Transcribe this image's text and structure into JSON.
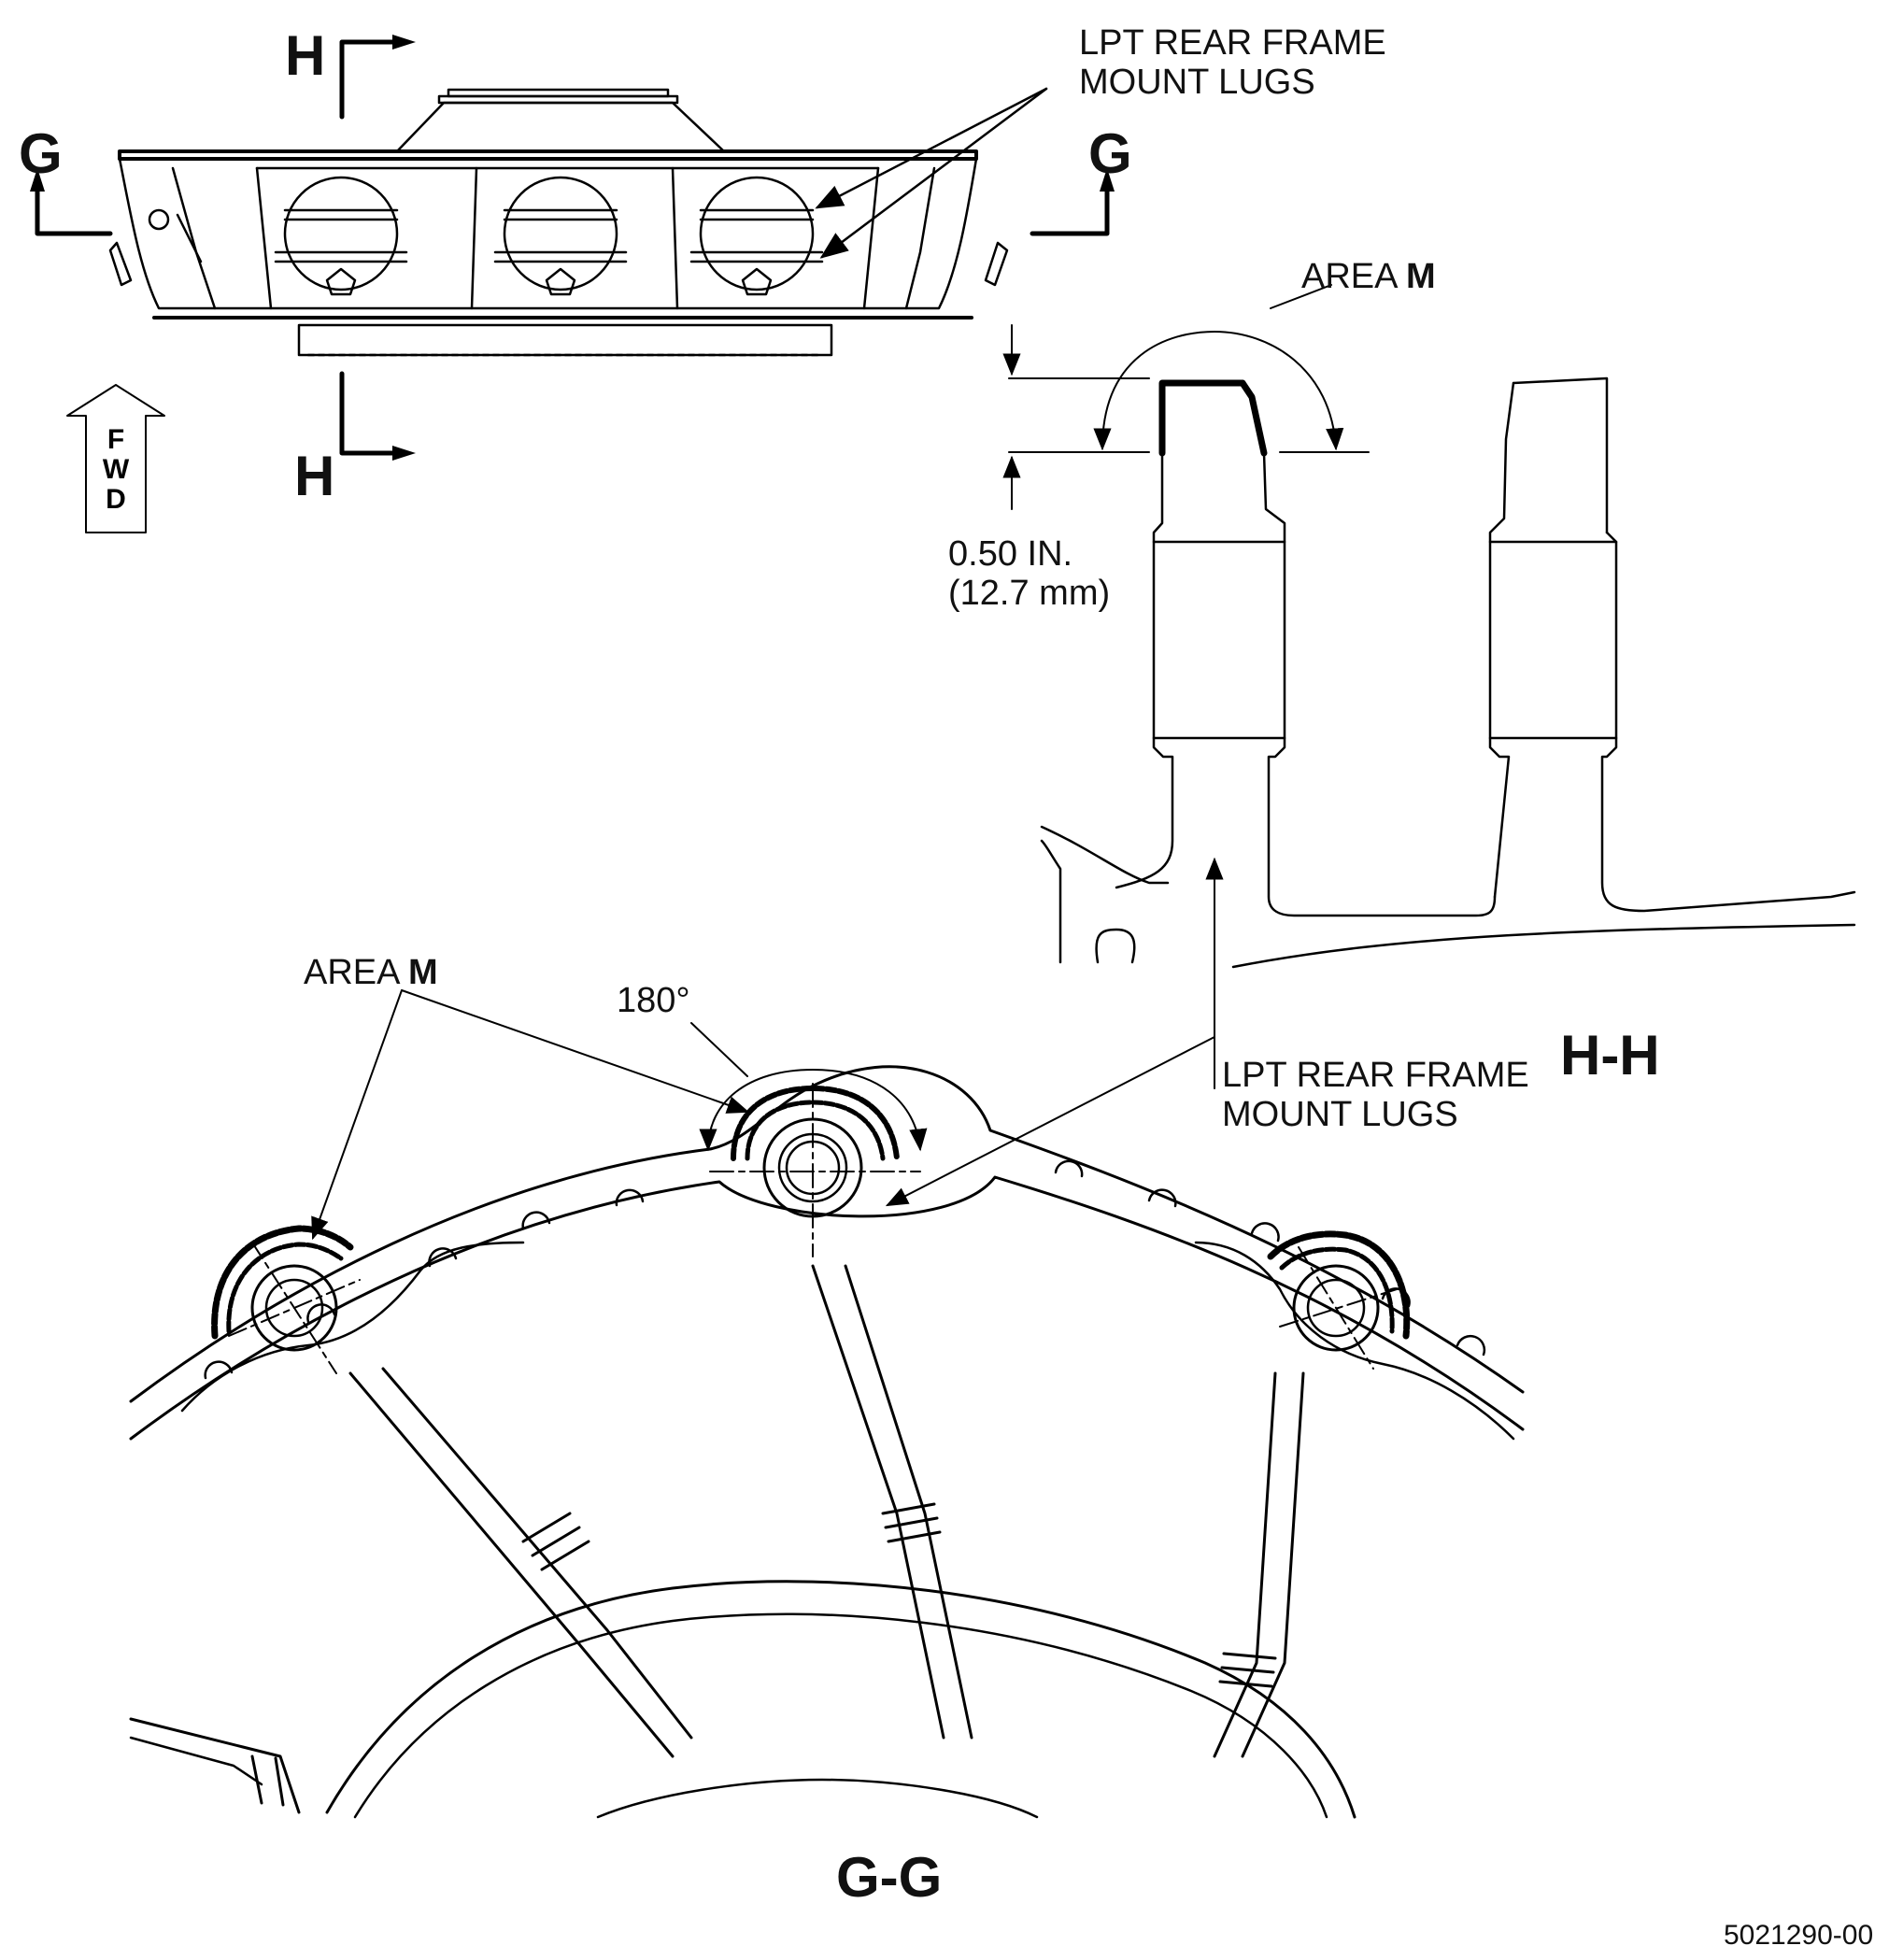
{
  "section_markers": {
    "g": "G",
    "h": "H"
  },
  "callouts": {
    "lugs_top": [
      "LPT REAR FRAME",
      "MOUNT LUGS"
    ],
    "lugs_bottom": [
      "LPT REAR FRAME",
      "MOUNT LUGS"
    ],
    "area_hh": {
      "prefix": "AREA ",
      "letter": "M"
    },
    "area_gg": {
      "prefix": "AREA ",
      "letter": "M"
    },
    "angle": "180°",
    "dimension": [
      "0.50 IN.",
      "(12.7 mm)"
    ]
  },
  "fwd_letters": [
    "F",
    "W",
    "D"
  ],
  "view_titles": {
    "hh": "H-H",
    "gg": "G-G"
  },
  "figure_number": "5021290-00"
}
